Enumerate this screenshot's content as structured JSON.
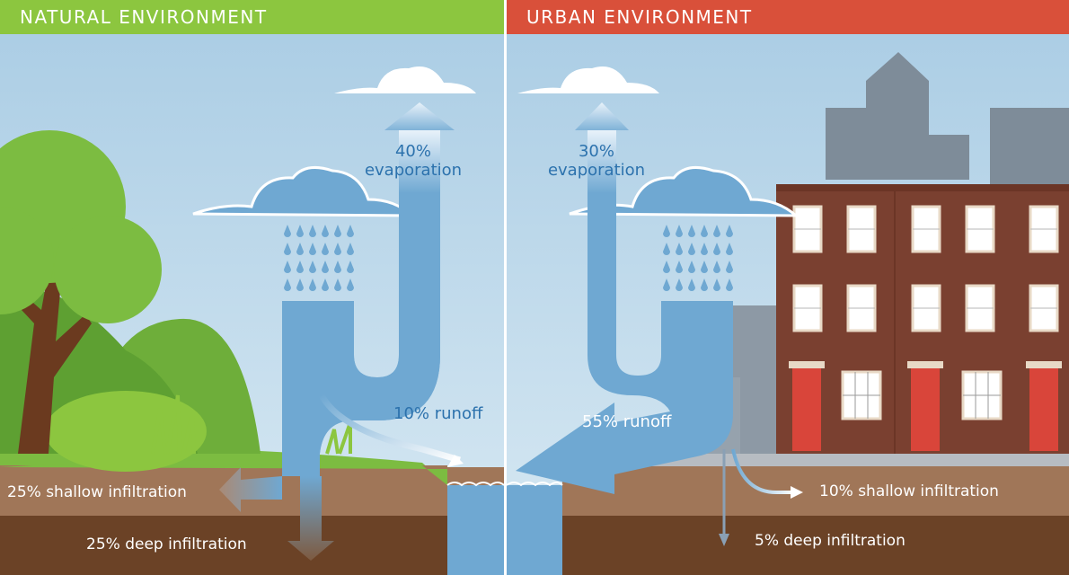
{
  "natural": {
    "title": "NATURAL ENVIRONMENT",
    "evaporation_percent": "40%",
    "evaporation_label": "evaporation",
    "runoff_label": "10% runoff",
    "shallow_label": "25% shallow infiltration",
    "deep_label": "25% deep infiltration"
  },
  "urban": {
    "title": "URBAN ENVIRONMENT",
    "evaporation_percent": "30%",
    "evaporation_label": "evaporation",
    "runoff_label": "55% runoff",
    "shallow_label": "10% shallow infiltration",
    "deep_label": "5% deep infiltration"
  },
  "colors": {
    "natural_banner": "#8cc63f",
    "urban_banner": "#d9503a",
    "sky": "#a9cce4",
    "flow_blue": "#6fa8d2",
    "label_blue": "#2c72ad",
    "topsoil": "#a07658",
    "deep_soil": "#6b4226",
    "brick": "#7a4030",
    "door_red": "#d9453a",
    "skyline_gray": "#7e8c99"
  }
}
